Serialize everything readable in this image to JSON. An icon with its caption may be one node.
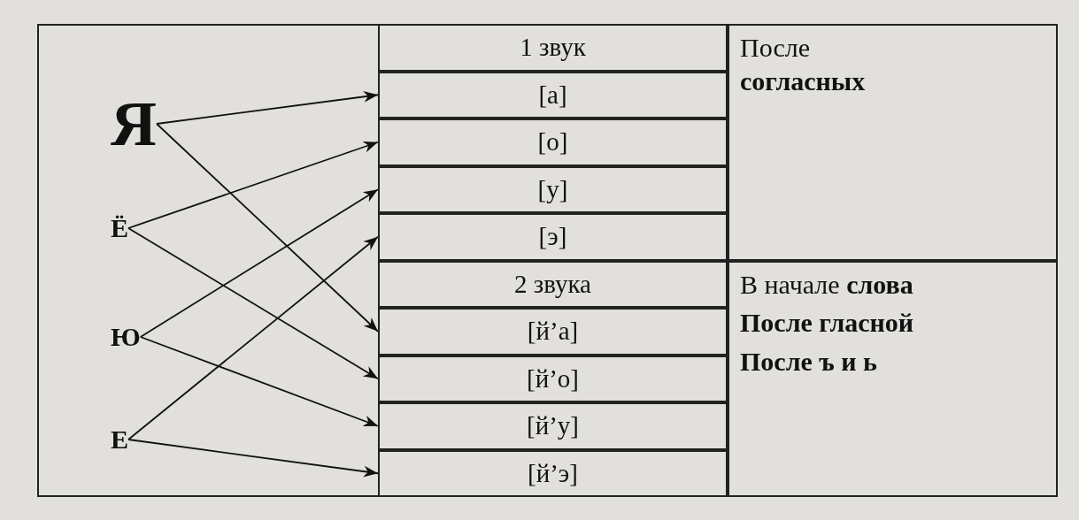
{
  "diagram": {
    "nodes": [
      {
        "text": [
          "Я"
        ]
      },
      {
        "text": [
          "Ё"
        ]
      },
      {
        "text": [
          "Ю"
        ]
      },
      {
        "text": [
          "Е"
        ]
      },
      {
        "text": [
          "1 звук"
        ]
      },
      {
        "text": [
          "[а]"
        ]
      },
      {
        "text": [
          "[о]"
        ]
      },
      {
        "text": [
          "[у]"
        ]
      },
      {
        "text": [
          "[э]"
        ]
      },
      {
        "text": [
          "2 звука"
        ]
      },
      {
        "text": [
          "[й’а]"
        ]
      },
      {
        "text": [
          "[й’о]"
        ]
      },
      {
        "text": [
          "[й’у]"
        ]
      },
      {
        "text": [
          "[й’э]"
        ]
      },
      {
        "text": [
          "После **согласных**"
        ]
      },
      {
        "text": [
          "В начале **слова**",
          "После гласной",
          "После ъ и ь"
        ]
      }
    ],
    "edges": [
      {
        "from": 0,
        "to": 5,
        "arrow": "to"
      },
      {
        "from": 0,
        "to": 10,
        "arrow": "to"
      },
      {
        "from": 1,
        "to": 6,
        "arrow": "to"
      },
      {
        "from": 1,
        "to": 11,
        "arrow": "to"
      },
      {
        "from": 2,
        "to": 7,
        "arrow": "to"
      },
      {
        "from": 2,
        "to": 12,
        "arrow": "to"
      },
      {
        "from": 3,
        "to": 8,
        "arrow": "to"
      },
      {
        "from": 3,
        "to": 13,
        "arrow": "to"
      }
    ]
  }
}
